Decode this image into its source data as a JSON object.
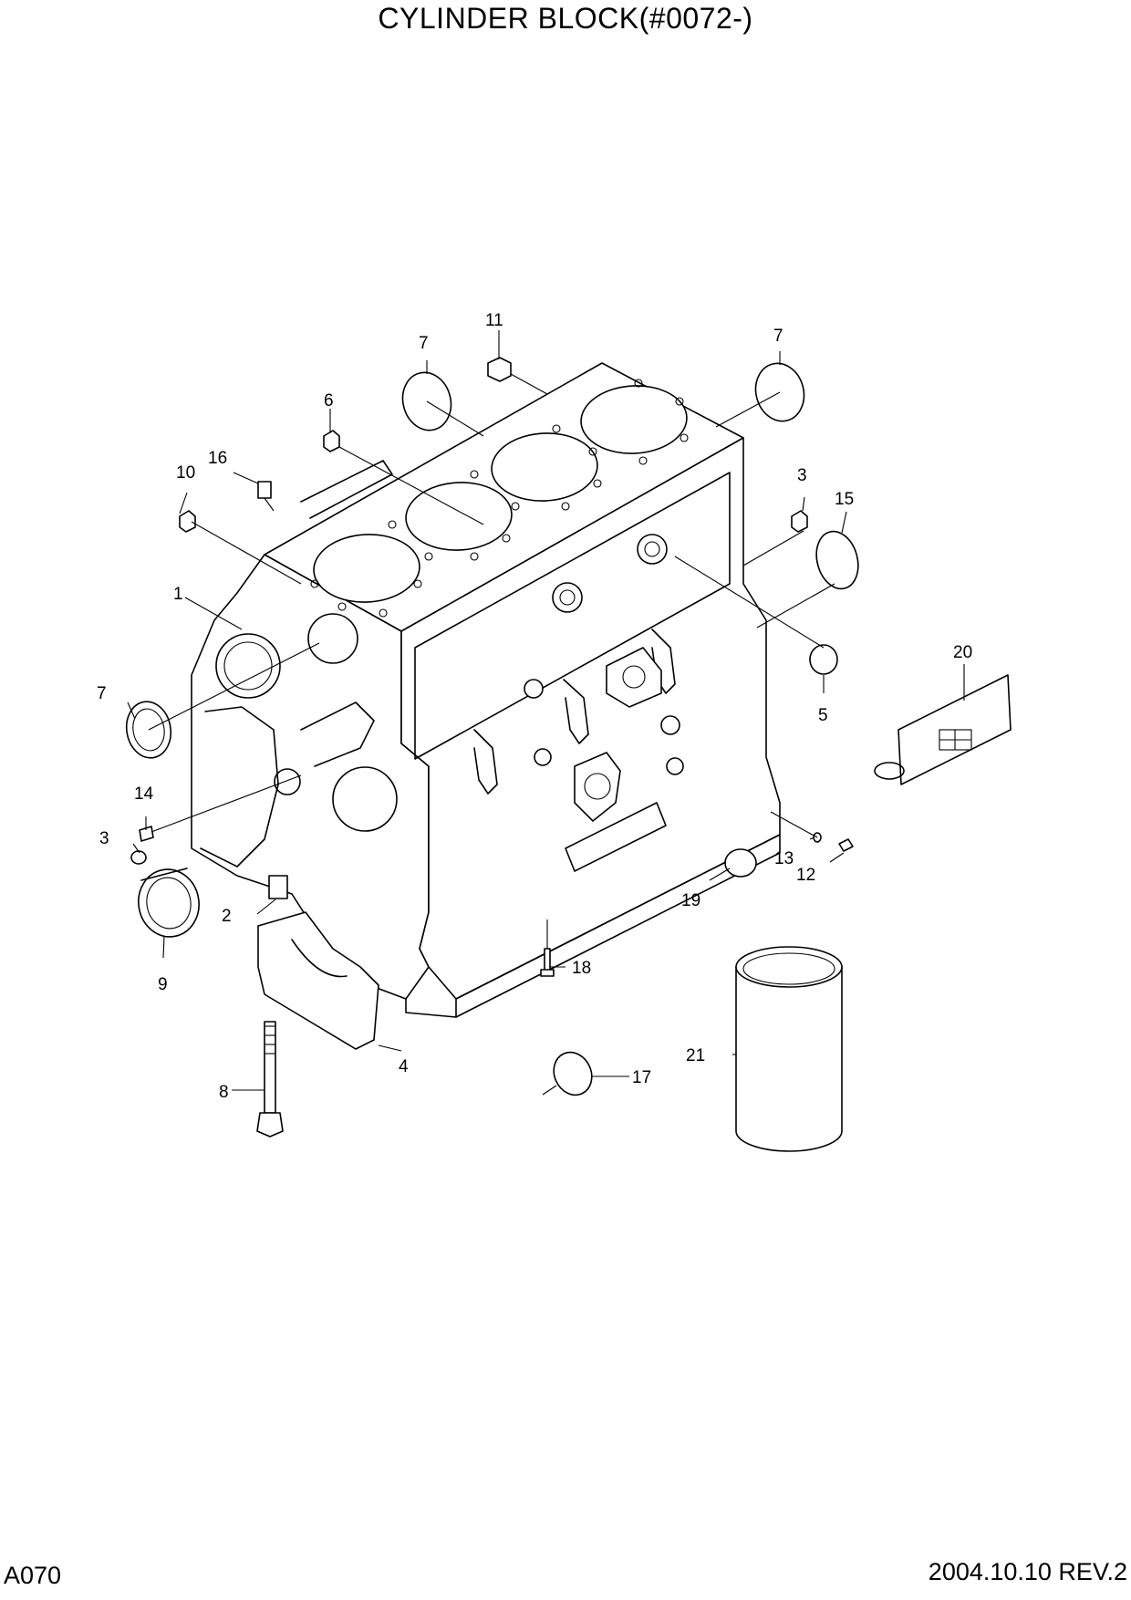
{
  "header": {
    "title": "CYLINDER BLOCK(#0072-)"
  },
  "footer": {
    "page_code": "A070",
    "revision": "2004.10.10  REV.2"
  },
  "callouts": [
    {
      "id": "c1",
      "label": "1"
    },
    {
      "id": "c2",
      "label": "2"
    },
    {
      "id": "c3a",
      "label": "3"
    },
    {
      "id": "c3b",
      "label": "3"
    },
    {
      "id": "c4",
      "label": "4"
    },
    {
      "id": "c5",
      "label": "5"
    },
    {
      "id": "c6",
      "label": "6"
    },
    {
      "id": "c7a",
      "label": "7"
    },
    {
      "id": "c7b",
      "label": "7"
    },
    {
      "id": "c7c",
      "label": "7"
    },
    {
      "id": "c8",
      "label": "8"
    },
    {
      "id": "c9",
      "label": "9"
    },
    {
      "id": "c10",
      "label": "10"
    },
    {
      "id": "c11",
      "label": "11"
    },
    {
      "id": "c12",
      "label": "12"
    },
    {
      "id": "c13",
      "label": "13"
    },
    {
      "id": "c14",
      "label": "14"
    },
    {
      "id": "c15",
      "label": "15"
    },
    {
      "id": "c16",
      "label": "16"
    },
    {
      "id": "c17",
      "label": "17"
    },
    {
      "id": "c18",
      "label": "18"
    },
    {
      "id": "c19",
      "label": "19"
    },
    {
      "id": "c20",
      "label": "20"
    },
    {
      "id": "c21",
      "label": "21"
    }
  ]
}
